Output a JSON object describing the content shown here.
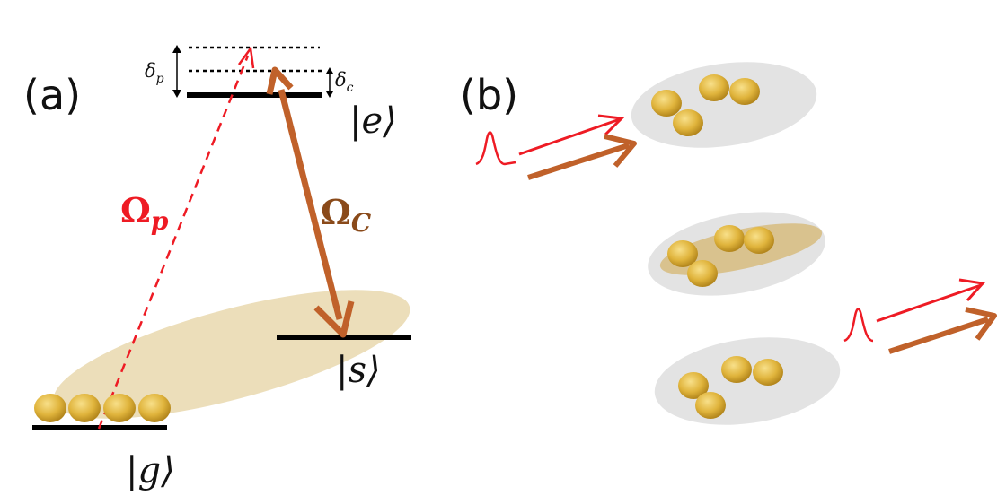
{
  "panels": {
    "a_label": "(a)",
    "b_label": "(b)"
  },
  "levels": {
    "excited": "|e⟩",
    "storage": "|s⟩",
    "ground": "|g⟩"
  },
  "detunings": {
    "probe_symbol": "δ",
    "probe_sub": "p",
    "control_symbol": "δ",
    "control_sub": "c"
  },
  "fields": {
    "probe_symbol": "Ω",
    "probe_sub": "p",
    "control_symbol": "Ω",
    "control_sub": "C"
  },
  "colors": {
    "probe": "#ee1b24",
    "control": "#c0612a",
    "control_text": "#8a4a1a",
    "spin_wave": "#e6d3a3",
    "cloud": "#dcdcdc",
    "atom": "#e0b43c"
  },
  "atom_groups": {
    "ground_atoms": 4,
    "cloud_1_atoms": 4,
    "cloud_2_atoms": 4,
    "cloud_3_atoms": 4
  }
}
